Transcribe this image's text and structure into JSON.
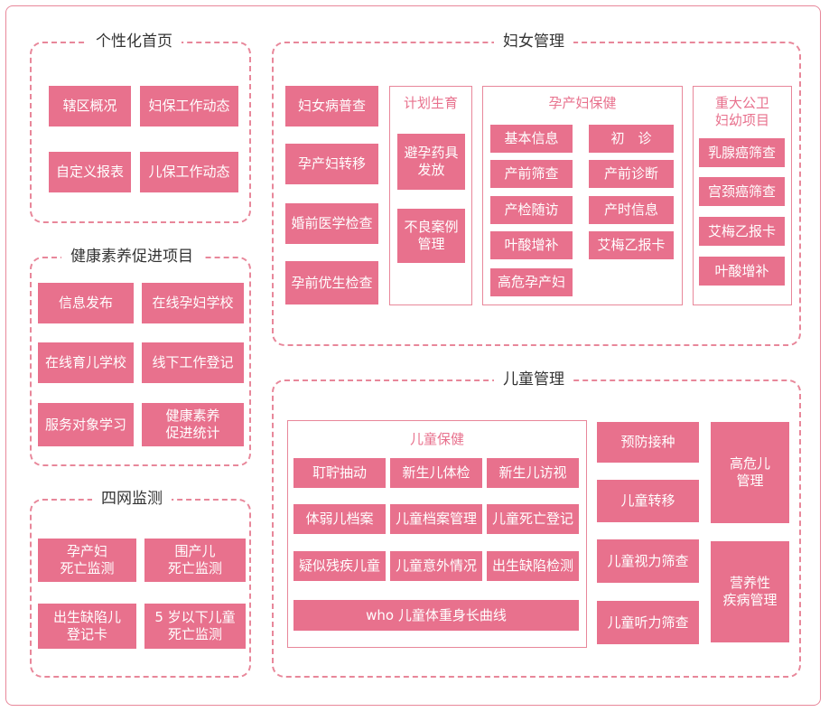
{
  "accent_color": "#e8718d",
  "border_color": "#e8879a",
  "personal": {
    "title": "个性化首页",
    "items": [
      "辖区概况",
      "妇保工作动态",
      "自定义报表",
      "儿保工作动态"
    ]
  },
  "health": {
    "title": "健康素养促进项目",
    "items": [
      "信息发布",
      "在线孕妇学校",
      "在线育儿学校",
      "线下工作登记",
      "服务对象学习",
      "健康素养\n促进统计"
    ]
  },
  "network": {
    "title": "四网监测",
    "items": [
      "孕产妇\n死亡监测",
      "围产儿\n死亡监测",
      "出生缺陷儿\n登记卡",
      "5 岁以下儿童\n死亡监测"
    ]
  },
  "women": {
    "title": "妇女管理",
    "left": [
      "妇女病普查",
      "孕产妇转移",
      "婚前医学检查",
      "孕前优生检查"
    ],
    "family_planning": {
      "title": "计划生育",
      "items": [
        "避孕药具\n发放",
        "不良案例\n管理"
      ]
    },
    "maternal": {
      "title": "孕产妇保健",
      "items": [
        "基本信息",
        "初　诊",
        "产前筛查",
        "产前诊断",
        "产检随访",
        "产时信息",
        "叶酸增补",
        "艾梅乙报卡",
        "高危孕产妇"
      ]
    },
    "major": {
      "title": "重大公卫\n妇幼项目",
      "items": [
        "乳腺癌筛查",
        "宫颈癌筛查",
        "艾梅乙报卡",
        "叶酸增补"
      ]
    }
  },
  "children": {
    "title": "儿童管理",
    "care": {
      "title": "儿童保健",
      "items": [
        "耵聍抽动",
        "新生儿体检",
        "新生儿访视",
        "体弱儿档案",
        "儿童档案管理",
        "儿童死亡登记",
        "疑似残疾儿童",
        "儿童意外情况",
        "出生缺陷检测"
      ],
      "wide": "who 儿童体重身长曲线"
    },
    "mid": [
      "预防接种",
      "儿童转移",
      "儿童视力筛查",
      "儿童听力筛查"
    ],
    "right": [
      "高危儿\n管理",
      "营养性\n疾病管理"
    ]
  }
}
